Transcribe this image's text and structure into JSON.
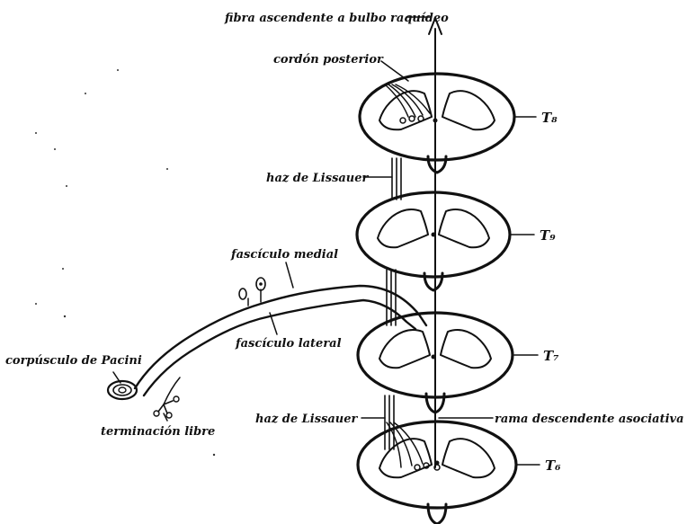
{
  "colors": {
    "ink": "#111111",
    "paper": "#ffffff"
  },
  "labels": {
    "fibra_ascendente": "fibra ascendente a bulbo raquídeo",
    "cordon_posterior": "cordón posterior",
    "haz_lissauer_top": "haz de Lissauer",
    "fasciculo_medial": "fascículo medial",
    "fasciculo_lateral": "fascículo lateral",
    "corpusculo_pacini": "corpúsculo de Pacini",
    "terminacion_libre": "terminación libre",
    "haz_lissauer_bottom": "haz de Lissauer",
    "rama_descendente": "rama descendente asociativa"
  },
  "segments": {
    "s1": "T₈",
    "s2": "T₉",
    "s3": "T₇",
    "s4": "T₆"
  }
}
